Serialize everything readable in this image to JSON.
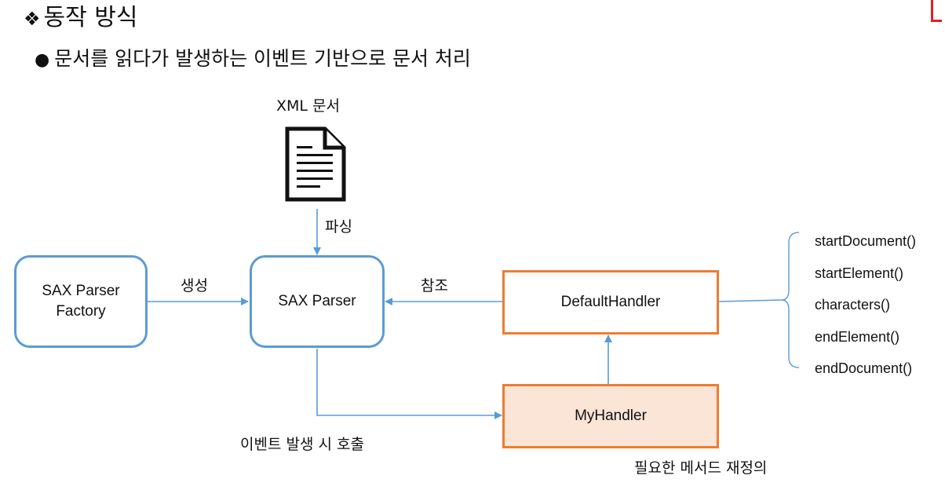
{
  "heading": {
    "bullet": "❖",
    "text": "동작 방식"
  },
  "subheading": {
    "bullet": "●",
    "text": "문서를 읽다가 발생하는 이벤트 기반으로 문서 처리"
  },
  "diagram": {
    "document_label": "XML 문서",
    "parse_label": "파싱",
    "create_label": "생성",
    "reference_label": "참조",
    "call_label": "이벤트 발생 시 호출",
    "override_label": "필요한 메서드 재정의",
    "nodes": {
      "factory_line1": "SAX Parser",
      "factory_line2": "Factory",
      "parser": "SAX Parser",
      "default_handler": "DefaultHandler",
      "my_handler": "MyHandler"
    },
    "methods": [
      "startDocument()",
      "startElement()",
      "characters()",
      "endElement()",
      "endDocument()"
    ],
    "colors": {
      "blue": "#5b9bd5",
      "orange": "#ed7d31",
      "orange_fill": "#fbe5d6"
    }
  }
}
